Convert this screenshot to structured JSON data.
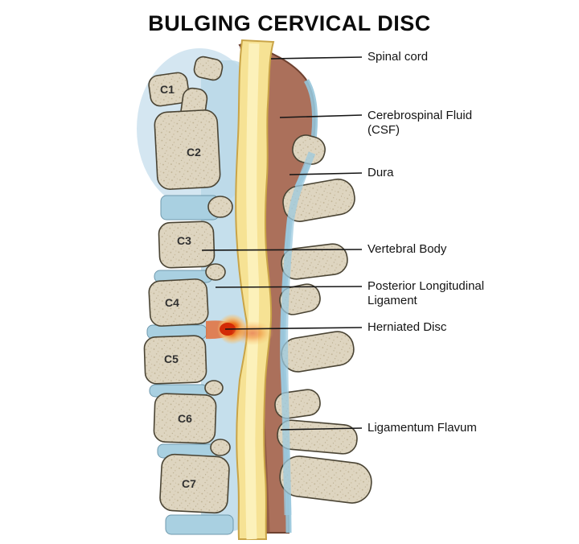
{
  "title": "BULGING CERVICAL DISC",
  "vertebrae": [
    "C1",
    "C2",
    "C3",
    "C4",
    "C5",
    "C6",
    "C7"
  ],
  "annotations": {
    "spinal_cord": "Spinal cord",
    "csf": "Cerebrospinal Fluid (CSF)",
    "dura": "Dura",
    "vertebral_body": "Vertebral Body",
    "pll": "Posterior Longitudinal Ligament",
    "herniated_disc": "Herniated Disc",
    "ligamentum_flavum": "Ligamentum Flavum"
  },
  "colors": {
    "bone": "#ded5c0",
    "disc_blue": "#a9d0e1",
    "cord_yellow": "#f6e294",
    "dura_brown": "#ab705b",
    "herniation_red": "#d92f07",
    "leader_line": "#161616",
    "background": "#ffffff"
  }
}
